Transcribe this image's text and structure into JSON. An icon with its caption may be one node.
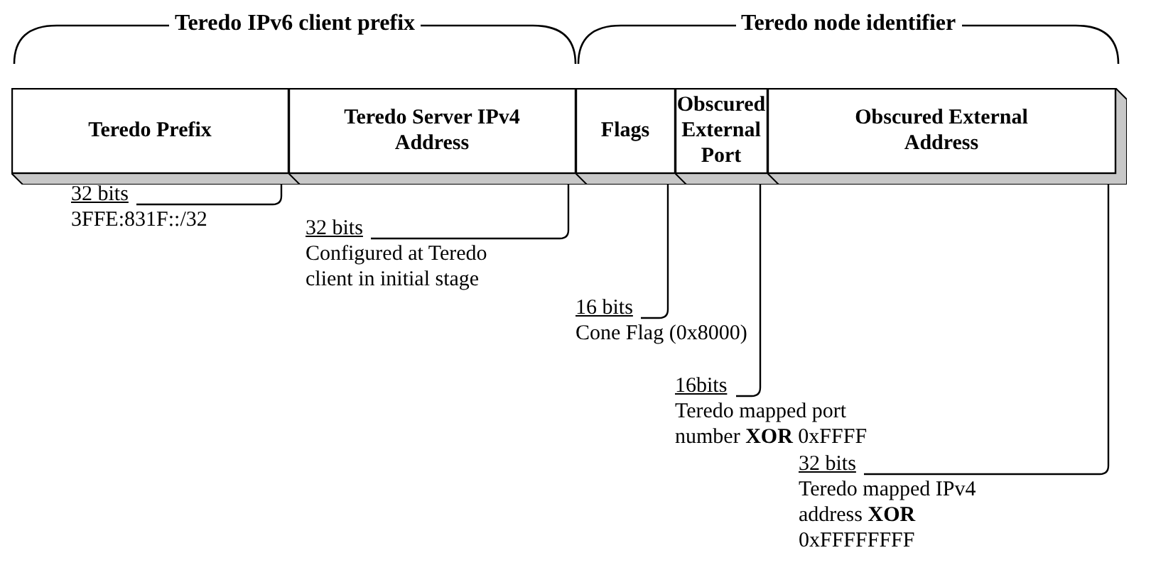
{
  "diagram": {
    "nodes": [
      {
        "text": [
          "Teredo Prefix"
        ]
      },
      {
        "text": [
          "Teredo Server IPv4 Address"
        ]
      },
      {
        "text": [
          "Flags"
        ]
      },
      {
        "text": [
          "Obscured External Port"
        ]
      },
      {
        "text": [
          "Obscured External Address"
        ]
      },
      {
        "text": [
          "32 bits",
          "3FFE:831F::/32"
        ]
      },
      {
        "text": [
          "32 bits",
          "Configured at Teredo client in initial stage"
        ]
      },
      {
        "text": [
          "16 bits",
          "Cone Flag (0x8000)"
        ]
      },
      {
        "text": [
          "16bits",
          "Teredo mapped port number **XOR** 0xFFFF"
        ]
      },
      {
        "text": [
          "32 bits",
          "Teredo mapped IPv4 address **XOR** 0xFFFFFFFF"
        ]
      }
    ],
    "edges": [
      {
        "from": 5,
        "to": 0,
        "arrow": "none"
      },
      {
        "from": 6,
        "to": 1,
        "arrow": "none"
      },
      {
        "from": 7,
        "to": 2,
        "arrow": "none"
      },
      {
        "from": 8,
        "to": 3,
        "arrow": "none"
      },
      {
        "from": 9,
        "to": 4,
        "arrow": "none"
      }
    ],
    "labels": [
      "Teredo IPv6 client prefix",
      "Teredo node identifier"
    ]
  }
}
